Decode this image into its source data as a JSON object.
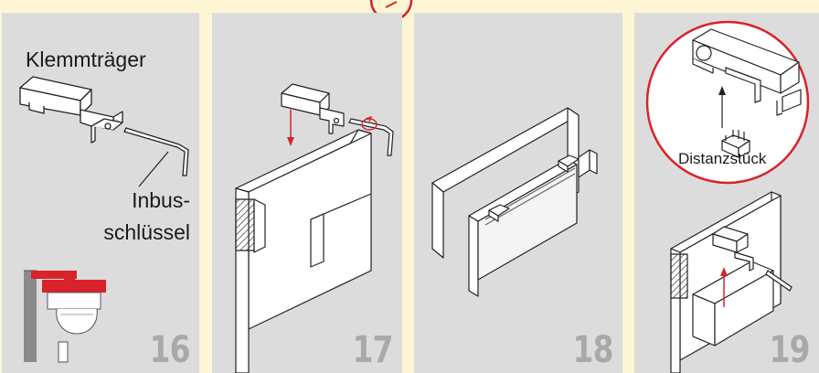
{
  "colors": {
    "background": "#fdf5d3",
    "panel": "#dcdcdc",
    "step_number": "#a9a9a9",
    "accent_red": "#d8232a",
    "line": "#222222"
  },
  "panels": [
    {
      "step": "16",
      "label_top": "Klemmträger",
      "label_key": "Inbus-\nschlüssel"
    },
    {
      "step": "17"
    },
    {
      "step": "18"
    },
    {
      "step": "19",
      "label_part": "Distanzstück"
    }
  ]
}
